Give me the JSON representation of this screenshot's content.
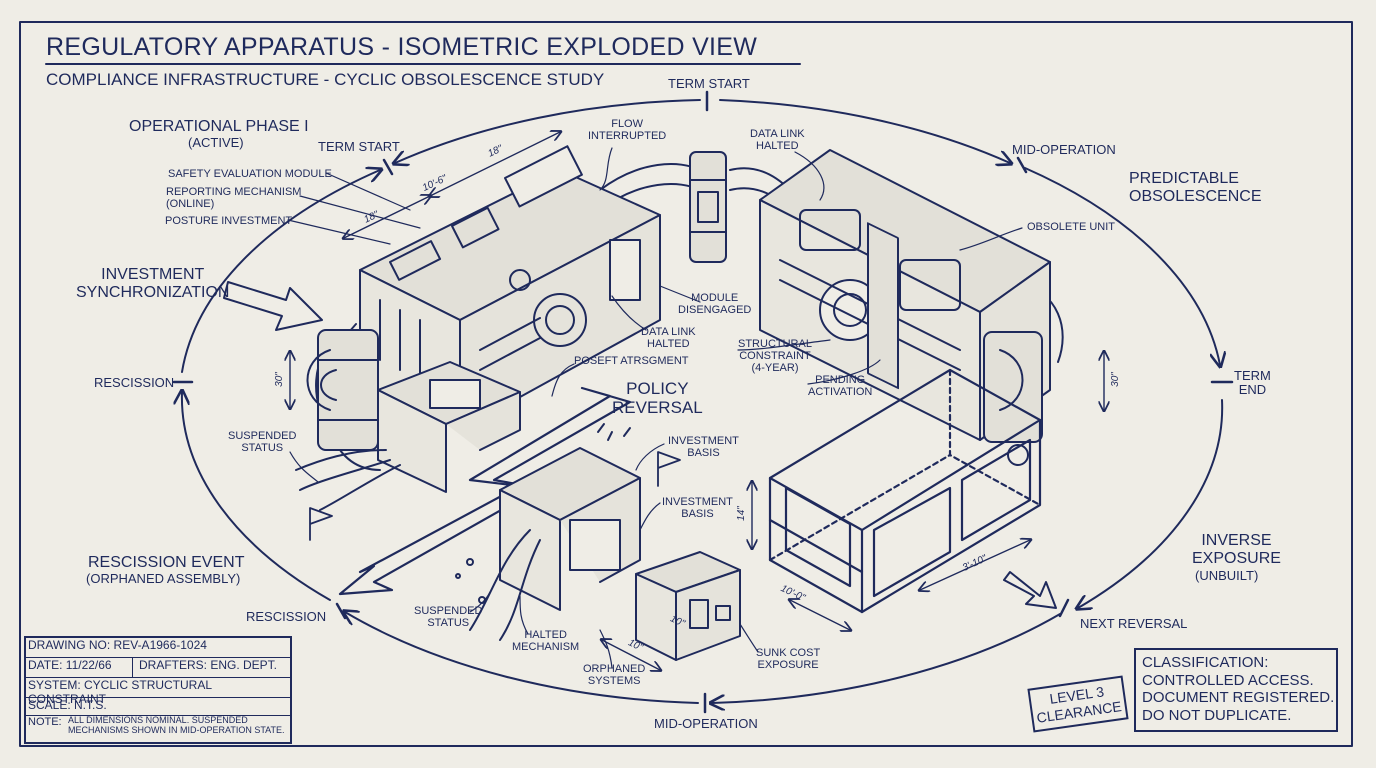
{
  "title": "REGULATORY APPARATUS - ISOMETRIC EXPLODED VIEW",
  "subtitle": "COMPLIANCE INFRASTRUCTURE - CYCLIC OBSOLESCENCE STUDY",
  "cycle": {
    "term_start_top": "TERM START",
    "term_start_left": "TERM START",
    "mid_operation_top": "MID-OPERATION",
    "term_end": "TERM\nEND",
    "next_reversal": "NEXT REVERSAL",
    "mid_operation_bottom": "MID-OPERATION",
    "rescission_bottom": "RESCISSION",
    "rescission_left": "RESCISSION"
  },
  "phases": {
    "operational": "OPERATIONAL PHASE I",
    "operational_sub": "(ACTIVE)",
    "investment_sync": "INVESTMENT\nSYNCHRONIZATION",
    "predictable": "PREDICTABLE\nOBSOLESCENCE",
    "policy_reversal": "POLICY\nREVERSAL",
    "rescission_event": "RESCISSION EVENT",
    "rescission_event_sub": "(ORPHANED ASSEMBLY)",
    "inverse_exposure": "INVERSE\nEXPOSURE",
    "inverse_exposure_sub": "(UNBUILT)"
  },
  "callouts": {
    "safety": "SAFETY EVALUATION MODULE",
    "reporting": "REPORTING MECHANISM\n(ONLINE)",
    "posture": "POSTURE INVESTMENT",
    "flow": "FLOW\nINTERRUPTED",
    "data_link_1": "DATA LINK\nHALTED",
    "data_link_2": "DATA LINK\nHALTED",
    "obsolete": "OBSOLETE UNIT",
    "module_disengaged": "MODULE\nDISENGAGED",
    "structural": "STRUCTURAL\nCONSTRAINT\n(4-YEAR)",
    "pending": "PENDING\nACTIVATION",
    "poseft": "POSEFT ATRSGMENT",
    "suspended_1": "SUSPENDED\nSTATUS",
    "suspended_2": "SUSPENDED\nSTATUS",
    "investment_basis_1": "INVESTMENT\nBASIS",
    "investment_basis_2": "INVESTMENT\nBASIS",
    "halted_mechanism": "HALTED\nMECHANISM",
    "orphaned_systems": "ORPHANED\nSYSTEMS",
    "sunk_cost": "SUNK COST\nEXPOSURE"
  },
  "dimensions": {
    "d1": "18\"",
    "d2": "10'-6\"",
    "d3": "18\"",
    "d4": "30\"",
    "d5": "30\"",
    "d6": "14\"",
    "d7": "3'-10\"",
    "d8": "10'-0\"",
    "d9": "10\"",
    "d10": "10\""
  },
  "titleblock": {
    "drawing_no": "DRAWING NO: REV-A1966-1024",
    "date": "DATE: 11/22/66",
    "drafters": "DRAFTERS: ENG. DEPT.",
    "system": "SYSTEM: CYCLIC STRUCTURAL CONSTRAINT",
    "scale": "SCALE: N.T.S.",
    "note_label": "NOTE:",
    "note": "ALL DIMENSIONS NOMINAL. SUSPENDED\nMECHANISMS SHOWN IN MID-OPERATION STATE."
  },
  "stamp": "LEVEL 3\nCLEARANCE",
  "classification": "CLASSIFICATION:\nCONTROLLED ACCESS.\nDOCUMENT REGISTERED.\nDO NOT DUPLICATE.",
  "colors": {
    "ink": "#1f2a5c",
    "paper": "#efede6",
    "fill": "#e2e0d8"
  }
}
